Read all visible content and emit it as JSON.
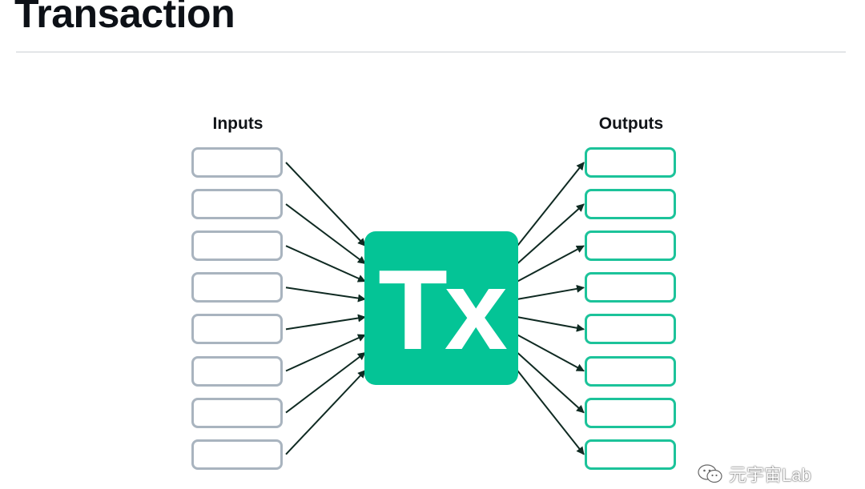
{
  "header": {
    "title": "Transaction"
  },
  "diagram": {
    "inputs_label": "Inputs",
    "outputs_label": "Outputs",
    "center_label": "Tx",
    "input_count": 8,
    "output_count": 8
  },
  "watermark": {
    "icon": "wechat-icon",
    "text": "元宇宙Lab"
  },
  "colors": {
    "accent": "#04c496",
    "output_border": "#1cc39a",
    "input_border": "#a9b4bf",
    "arrow": "#0f2a22"
  }
}
